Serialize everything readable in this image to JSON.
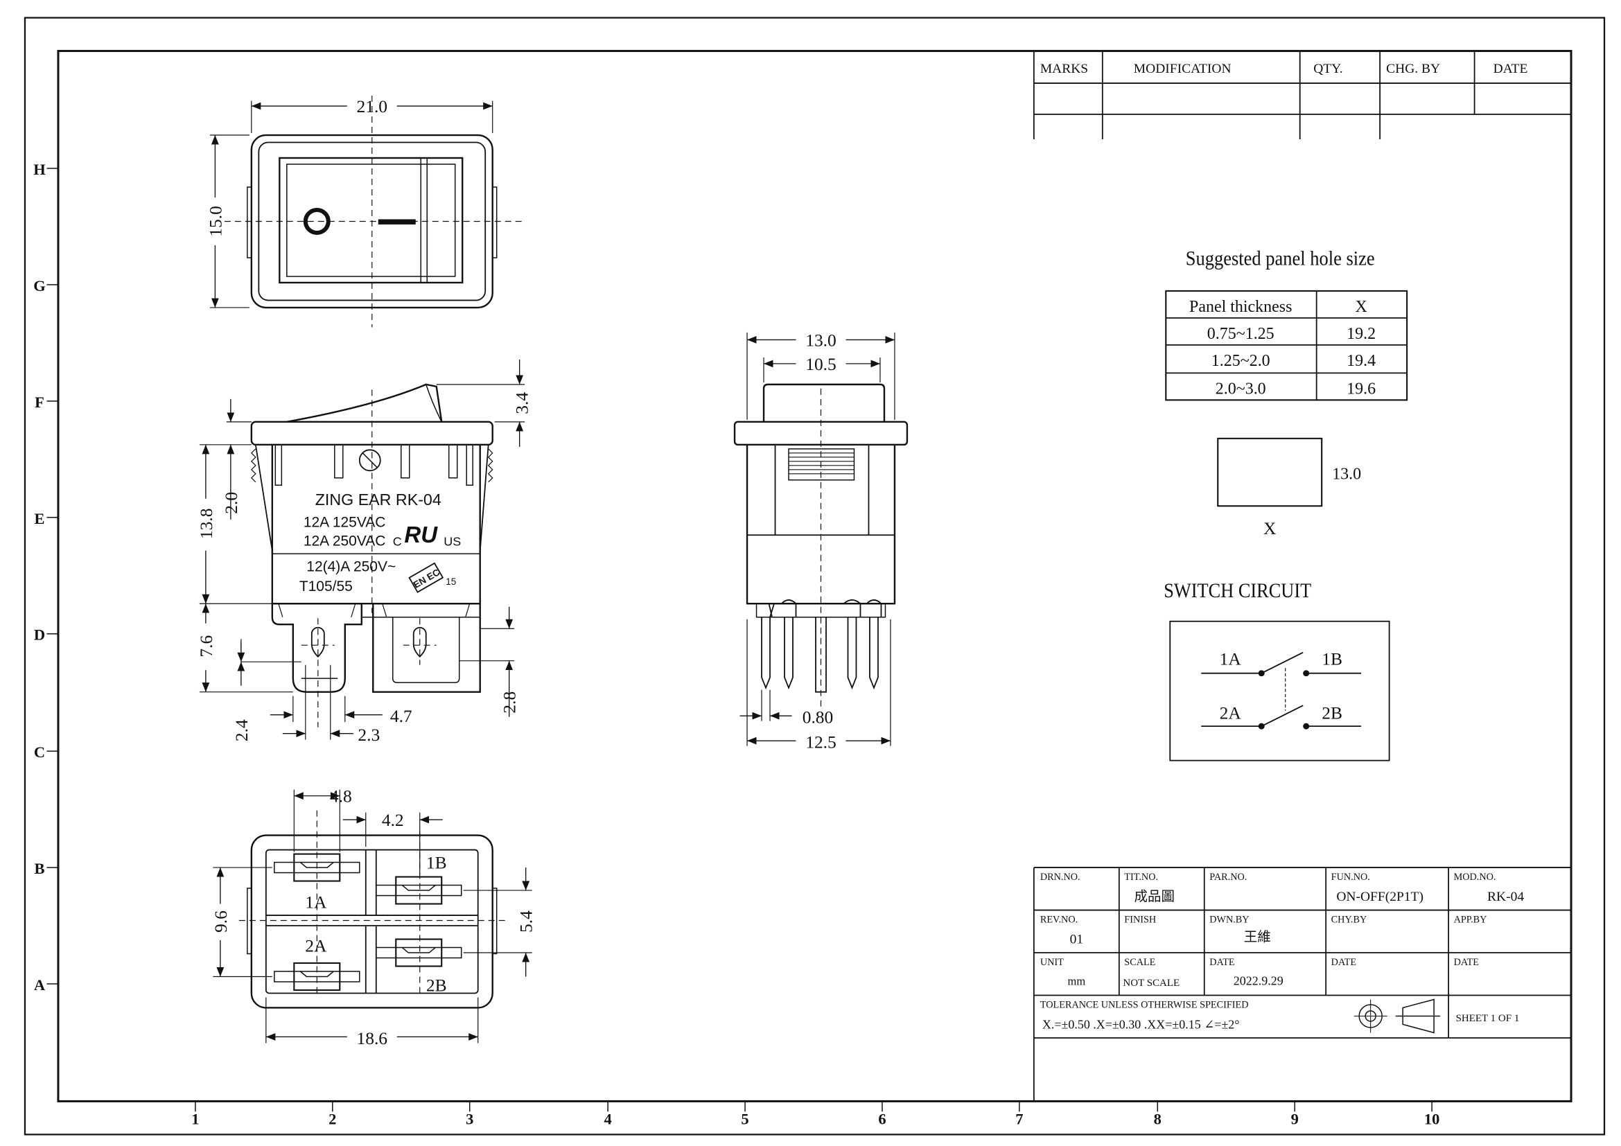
{
  "grid": {
    "rows": [
      "H",
      "G",
      "F",
      "E",
      "D",
      "C",
      "B",
      "A"
    ],
    "cols": [
      "1",
      "2",
      "3",
      "4",
      "5",
      "6",
      "7",
      "8",
      "9",
      "10"
    ]
  },
  "revision_table": {
    "headers": [
      "MARKS",
      "MODIFICATION",
      "QTY.",
      "CHG. BY",
      "DATE"
    ]
  },
  "top_view": {
    "dims": {
      "width": "21.0",
      "height": "15.0"
    }
  },
  "front_view": {
    "label_brand": "ZING EAR  RK-04",
    "rating_1": "12A 125VAC",
    "rating_2": "12A 250VAC",
    "rating_3": "12(4)A 250V~",
    "temp": "T105/55",
    "ul_c": "C",
    "ul_mark": "RU",
    "ul_us": "US",
    "enec_text": "EN EC",
    "enec_num": "15",
    "dims": {
      "d34": "3.4",
      "d20": "2.0",
      "d138": "13.8",
      "d76": "7.6",
      "d28": "2.8",
      "d47": "4.7",
      "d24": "2.4",
      "d23": "2.3"
    }
  },
  "side_view": {
    "dims": {
      "d130": "13.0",
      "d105": "10.5",
      "d080": "0.80",
      "d125": "12.5"
    }
  },
  "bottom_view": {
    "dims": {
      "d48": "4.8",
      "d42": "4.2",
      "d96": "9.6",
      "d54": "5.4",
      "d186": "18.6"
    },
    "terminals": {
      "t1a": "1A",
      "t1b": "1B",
      "t2a": "2A",
      "t2b": "2B"
    }
  },
  "panel_hole": {
    "title": "Suggested panel hole size",
    "headers": [
      "Panel thickness",
      "X"
    ],
    "rows": [
      [
        "0.75~1.25",
        "19.2"
      ],
      [
        "1.25~2.0",
        "19.4"
      ],
      [
        "2.0~3.0",
        "19.6"
      ]
    ],
    "dim_h": "13.0",
    "dim_w": "X"
  },
  "switch_circuit": {
    "title": "SWITCH CIRCUIT",
    "labels": [
      "1A",
      "1B",
      "2A",
      "2B"
    ]
  },
  "title_block": {
    "drn_no_label": "DRN.NO.",
    "tit_no_label": "TIT.NO.",
    "tit_no_value": "成品圖",
    "par_no_label": "PAR.NO.",
    "fun_no_label": "FUN.NO.",
    "fun_no_value": "ON-OFF(2P1T)",
    "mod_no_label": "MOD.NO.",
    "mod_no_value": "RK-04",
    "rev_no_label": "REV.NO.",
    "rev_no_value": "01",
    "finish_label": "FINISH",
    "dwn_by_label": "DWN.BY",
    "dwn_by_value": "王維",
    "chy_by_label": "CHY.BY",
    "app_by_label": "APP.BY",
    "unit_label": "UNIT",
    "unit_value": "mm",
    "scale_label": "SCALE",
    "scale_value": "NOT SCALE",
    "date_label": "DATE",
    "date_value": "2022.9.29",
    "date2_label": "DATE",
    "date3_label": "DATE",
    "tolerance_label": "TOLERANCE  UNLESS  OTHERWISE  SPECIFIED",
    "tolerance_values": "X.=±0.50    .X=±0.30    .XX=±0.15    ∠=±2°",
    "sheet": "SHEET  1  OF  1"
  }
}
